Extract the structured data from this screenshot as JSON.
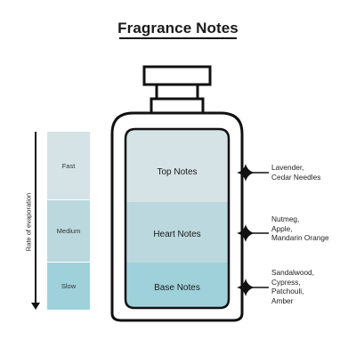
{
  "title": "Fragrance Notes",
  "axis": {
    "label": "Rate of evaporation"
  },
  "speeds": [
    {
      "label": "Fast"
    },
    {
      "label": "Medium"
    },
    {
      "label": "Slow"
    }
  ],
  "layers": [
    {
      "label": "Top Notes",
      "notes": [
        "Lavender,",
        "Cedar Needles"
      ],
      "color": "#d5e3e6"
    },
    {
      "label": "Heart Notes",
      "notes": [
        "Nutmeg,",
        "Apple,",
        "Mandarin Orange"
      ],
      "color": "#bbd8de"
    },
    {
      "label": "Base Notes",
      "notes": [
        "Sandalwood,",
        "Cypress,",
        "Patchouli,",
        "Amber"
      ],
      "color": "#9fd1db"
    }
  ],
  "colors": {
    "outline": "#111111",
    "background": "#ffffff"
  }
}
